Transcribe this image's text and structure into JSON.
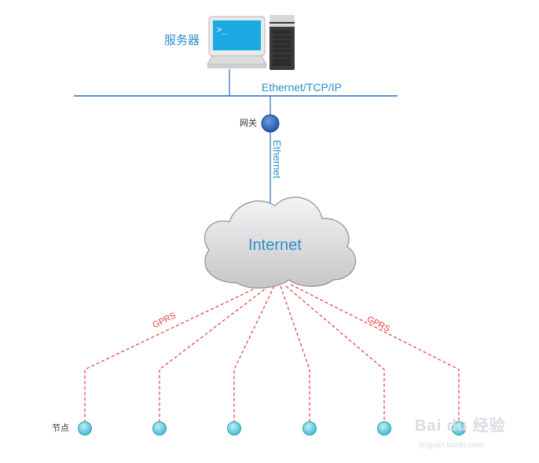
{
  "labels": {
    "server": "服务器",
    "network": "Ethernet/TCP/IP",
    "gateway": "网关",
    "uplink": "Ethernet",
    "cloud": "Internet",
    "link_left": "GPRS",
    "link_right": "GPRS",
    "node": "节点"
  },
  "watermark": {
    "brand": "Bai du 经验",
    "site": "jingyan.baidu.com"
  },
  "colors": {
    "network_line": "#2f6fb4",
    "gateway": "#2f5fb8",
    "node": "#5cc7d8",
    "gprs_line": "#e03a3a",
    "cloud": "#d0d0d2"
  },
  "icons": [
    "computer-monitor-icon",
    "server-tower-icon",
    "gateway-node-icon",
    "cloud-icon",
    "node-icon"
  ]
}
